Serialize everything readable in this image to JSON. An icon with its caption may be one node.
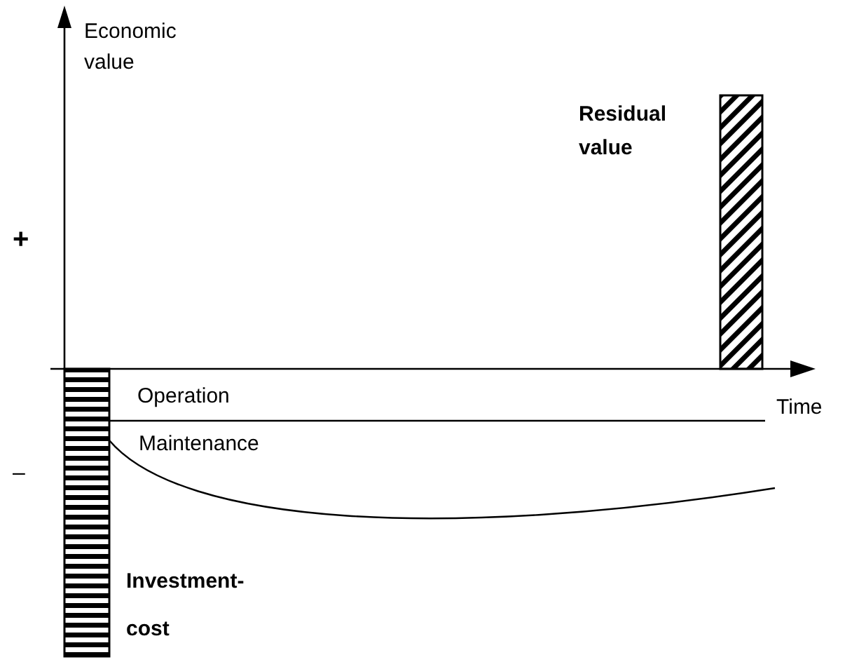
{
  "diagram": {
    "nodes": [
      {
        "text": [],
        "shape": "bar",
        "beside": [
          "Residual value"
        ]
      },
      {
        "text": [],
        "shape": "bar",
        "beside": [
          "Investment- cost"
        ]
      }
    ],
    "labels": [
      "Economic value",
      "+",
      "Operation",
      "Time",
      "Maintenance",
      "–"
    ]
  }
}
